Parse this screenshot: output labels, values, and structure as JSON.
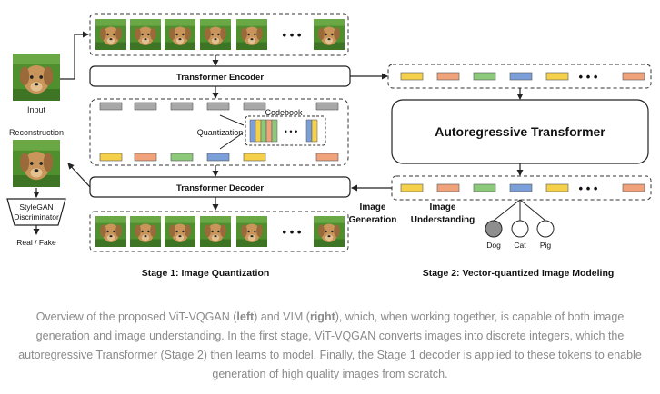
{
  "diagram": {
    "input_label": "Input",
    "reconstruction_label": "Reconstruction",
    "discriminator_line1": "StyleGAN",
    "discriminator_line2": "Discriminator",
    "real_fake_label": "Real / Fake",
    "transformer_encoder": "Transformer Encoder",
    "transformer_decoder": "Transformer Decoder",
    "quantization_label": "Quantization",
    "codebook_label": "Codebook",
    "autoregressive_transformer": "Autoregressive Transformer",
    "image_generation_line1": "Image",
    "image_generation_line2": "Generation",
    "image_understanding_line1": "Image",
    "image_understanding_line2": "Understanding",
    "classes": [
      "Dog",
      "Cat",
      "Pig"
    ],
    "ellipsis": "• • •",
    "stage1_title": "Stage 1: Image Quantization",
    "stage2_title": "Stage 2: Vector-quantized Image Modeling"
  },
  "caption": {
    "part1": "Overview of the proposed ViT-VQGAN (",
    "left": "left",
    "part2": ") and VIM (",
    "right": "right",
    "part3": "), which, when working together, is capable of both image generation and image understanding. In the first stage, ViT-VQGAN converts images into discrete integers, which the autoregressive Transformer (Stage 2) then learns to model. Finally, the Stage 1 decoder is applied to these tokens to enable generation of high quality images from scratch."
  },
  "colors": {
    "token_yellow": "#f5d04a",
    "token_orange": "#f0a27a",
    "token_green": "#8dc97a",
    "token_blue": "#7b9fd8",
    "token_gray": "#a8a8a8",
    "grass": "#4f8f2e",
    "dog": "#c9955a"
  }
}
